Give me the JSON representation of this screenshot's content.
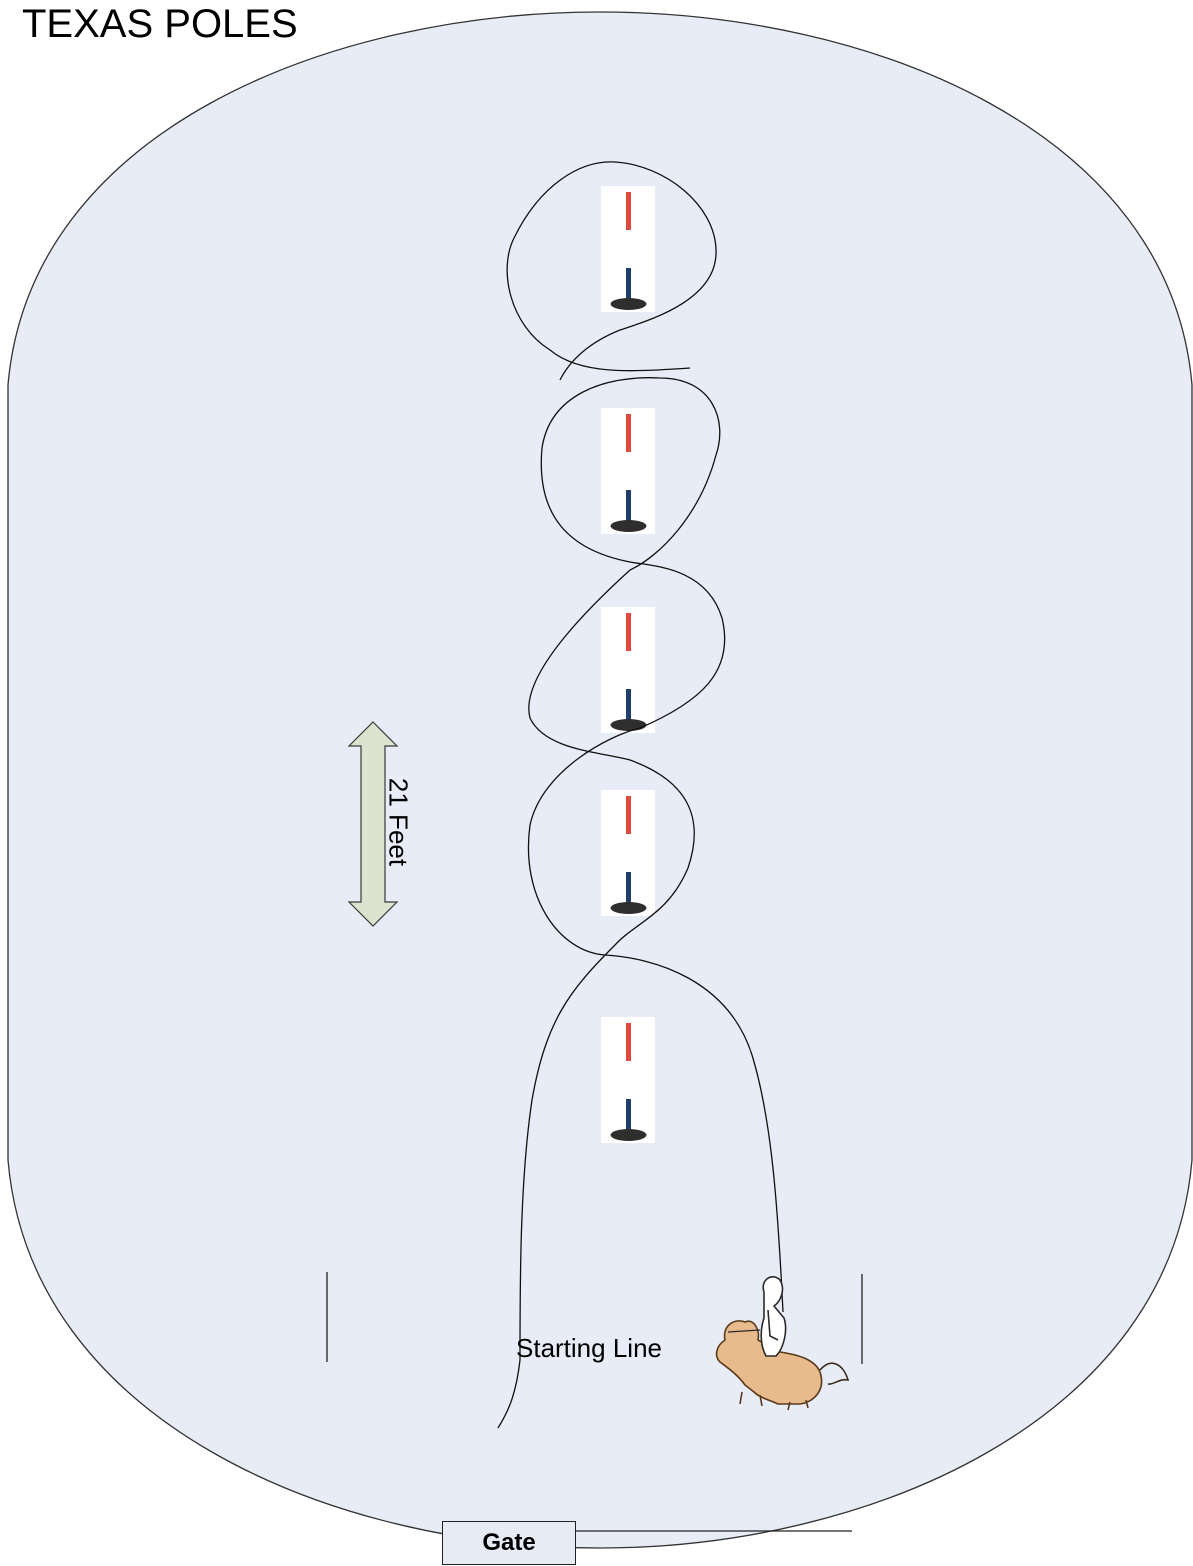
{
  "title": "TEXAS POLES",
  "distance_label": "21 Feet",
  "starting_line_label": "Starting Line",
  "gate_label": "Gate",
  "pole_count": 5,
  "colors": {
    "arena_fill": "#e7ecf6",
    "arena_stroke": "#333333",
    "arrow_fill": "#dde3cf",
    "pole_red": "#e0493d",
    "pole_blue": "#1f3f6b",
    "pole_base": "#2e2e2e",
    "horse_fill": "#e7bb8c"
  },
  "icons": {
    "pole": "barrel-pole-icon",
    "rider": "horse-and-rider-icon",
    "measure": "double-headed-arrow"
  }
}
